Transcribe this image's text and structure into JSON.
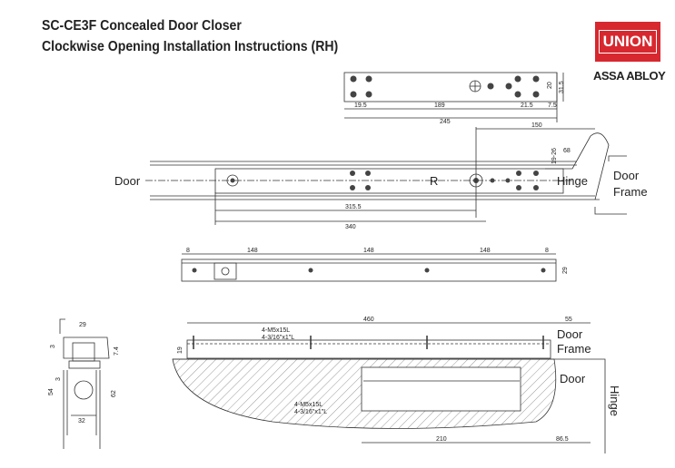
{
  "title_line1": "SC-CE3F Concealed Door Closer",
  "title_line2": "Clockwise Opening Installation Instructions (RH)",
  "logo": {
    "text": "UNION",
    "brand": "ASSA ABLOY",
    "color": "#d7282f"
  },
  "top_plate": {
    "dims": [
      "19.5",
      "189",
      "21.5",
      "7.5",
      "245",
      "20",
      "31.5"
    ]
  },
  "plan_view": {
    "labels": {
      "door": "Door",
      "hinge": "Hinge",
      "door_frame_1": "Door",
      "door_frame_2": "Frame",
      "r": "R"
    },
    "dims": [
      "150",
      "68",
      "19-26",
      "315.5",
      "340"
    ]
  },
  "rail_view": {
    "dims": [
      "8",
      "148",
      "148",
      "148",
      "8",
      "29"
    ]
  },
  "section_view": {
    "dims": [
      "29",
      "3",
      "7.4",
      "3",
      "54",
      "62",
      "32"
    ]
  },
  "elevation_view": {
    "labels": {
      "door_frame_1": "Door",
      "door_frame_2": "Frame",
      "door": "Door",
      "hinge": "Hinge"
    },
    "screws_top": [
      "4-M5x15L",
      "4-3/16\"x1\"L"
    ],
    "screws_bottom": [
      "4-M5x15L",
      "4-3/16\"x1\"L"
    ],
    "dims": [
      "460",
      "55",
      "19",
      "210",
      "86.5"
    ]
  }
}
